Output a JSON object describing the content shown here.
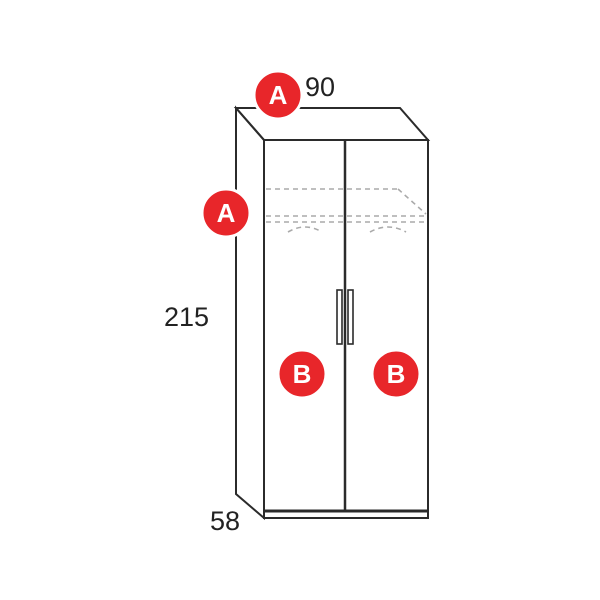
{
  "dimensions": {
    "width": "90",
    "height": "215",
    "depth": "58"
  },
  "markers": {
    "top": "A",
    "shelf": "A",
    "door_left": "B",
    "door_right": "B"
  },
  "colors": {
    "marker_fill": "#e8262a",
    "marker_outline": "#ffffff",
    "line": "#2b2b2b",
    "hidden_line": "#aaaaaa",
    "text": "#222222"
  }
}
